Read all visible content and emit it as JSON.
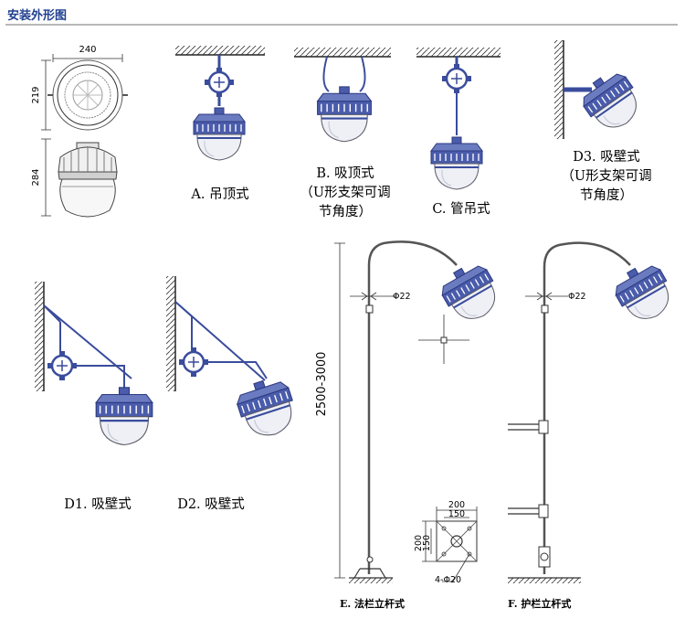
{
  "header": {
    "title": "安装外形图"
  },
  "dims": {
    "top_width": "240",
    "top_height": "219",
    "side_height": "284",
    "pole_height": "2500-3000",
    "pipe_dia_e": "Φ22",
    "pipe_dia_f": "Φ22",
    "base_w": "200",
    "base_w_inner": "150",
    "base_h": "200",
    "base_h_inner": "150",
    "holes": "4-Φ20"
  },
  "labels": {
    "a": "A. 吊顶式",
    "b": "B. 吸顶式\n（U形支架可调\n节角度）",
    "c": "C. 管吊式",
    "d3": "D3. 吸壁式\n（U形支架可调\n节角度）",
    "d1": "D1. 吸壁式",
    "d2": "D2. 吸壁式",
    "e": "E. 法栏立杆式",
    "f": "F. 护栏立杆式"
  },
  "colors": {
    "lamp": "#3a4c9c",
    "ink": "#222222",
    "title": "#1f3f8f"
  }
}
